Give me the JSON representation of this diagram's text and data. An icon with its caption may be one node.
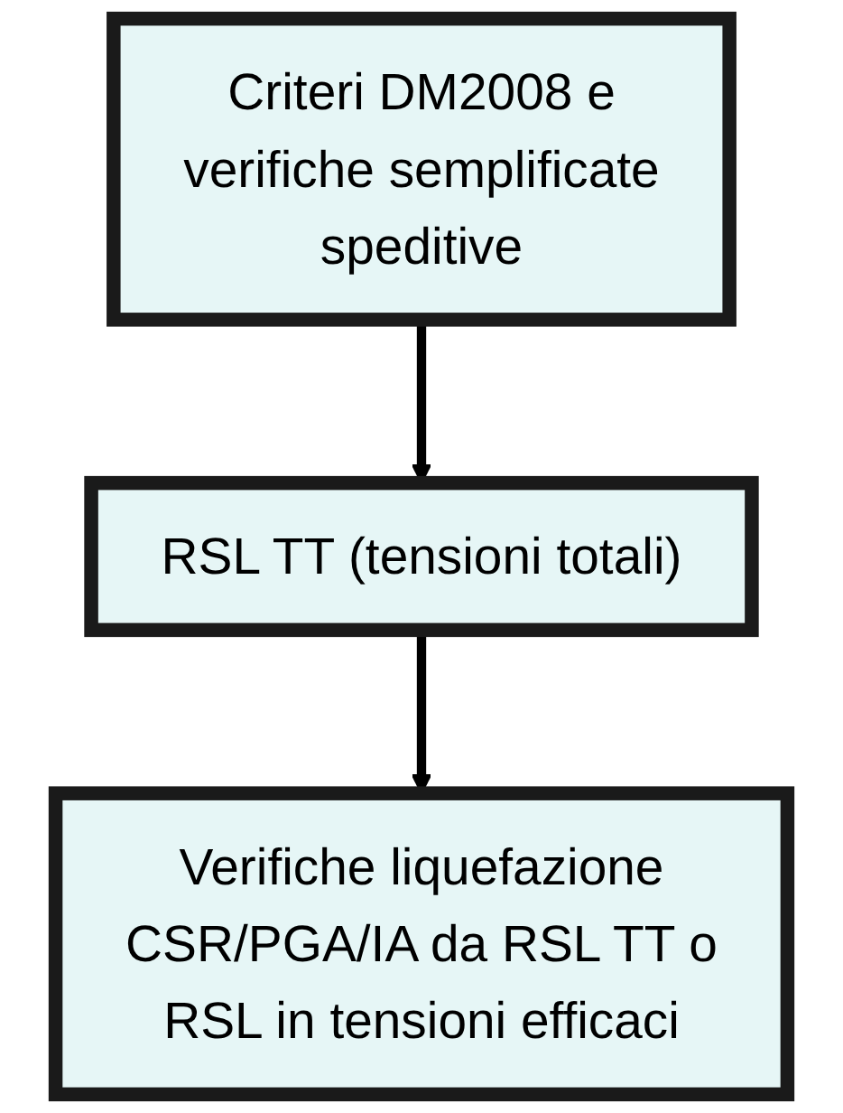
{
  "diagram": {
    "nodes": [
      {
        "text": [
          "Criteri DM2008 e verifiche semplificate speditive"
        ]
      },
      {
        "text": [
          "RSL TT (tensioni totali)"
        ]
      },
      {
        "text": [
          "Verifiche liquefazione CSR/PGA/IA da RSL TT o RSL in tensioni efficaci"
        ]
      }
    ],
    "edges": [
      {
        "from": 0,
        "to": 1,
        "arrow": "to"
      },
      {
        "from": 1,
        "to": 2,
        "arrow": "to"
      }
    ]
  }
}
